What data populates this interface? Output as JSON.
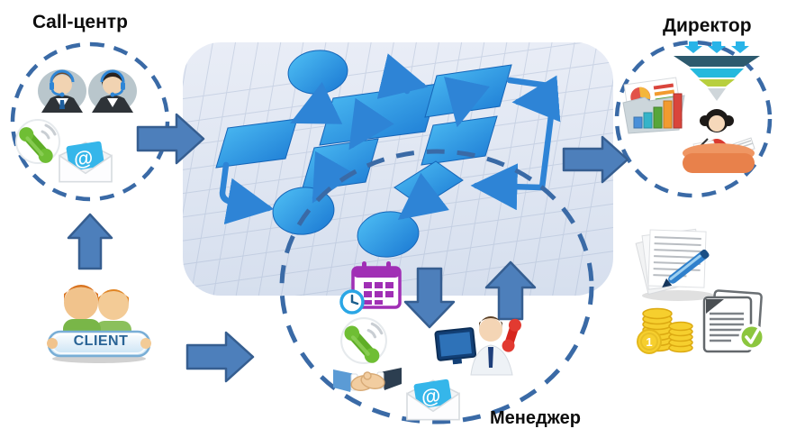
{
  "labels": {
    "call_center": "Call-центр",
    "director": "Директор",
    "manager": "Менеджер",
    "client": "CLIENT",
    "email_at": "@",
    "coin_one": "1"
  },
  "groups": {
    "call_center": {
      "label": "Call-центр",
      "icons": [
        "operator-man",
        "operator-woman",
        "green-phone",
        "email-envelope"
      ]
    },
    "director": {
      "label": "Директор",
      "icons": [
        "sales-funnel",
        "charts-folder",
        "secretary-at-desk"
      ]
    },
    "manager": {
      "label": "Менеджер",
      "icons": [
        "calendar-clock",
        "green-phone",
        "handshake",
        "email-envelope",
        "manager-at-computer"
      ]
    },
    "client": {
      "label": "CLIENT",
      "icons": [
        "client-couple"
      ]
    },
    "outputs": {
      "icons": [
        "signed-documents-pen",
        "coins",
        "approved-document"
      ]
    }
  },
  "flowchart": {
    "nodes": {
      "ellipses": 3,
      "rectangles": 5,
      "diamonds": 1
    }
  },
  "colors": {
    "arrow_fill": "#4d7fbb",
    "arrow_stroke": "#365e90",
    "dashed_circle": "#3a6aa6",
    "panel_bg": "#dde4f1",
    "node_blue_light": "#4fc0f5",
    "node_blue_dark": "#1a77d2",
    "connector_blue": "#2e84d6",
    "calendar_purple": "#a02fb5",
    "clock_blue": "#2aa6e5",
    "phone_green": "#5fae27",
    "red_phone": "#d6251d",
    "coin_gold": "#f6cf2e",
    "check_green": "#8cc63e",
    "desk_orange": "#e8814b",
    "banner_border": "#79aed6"
  }
}
